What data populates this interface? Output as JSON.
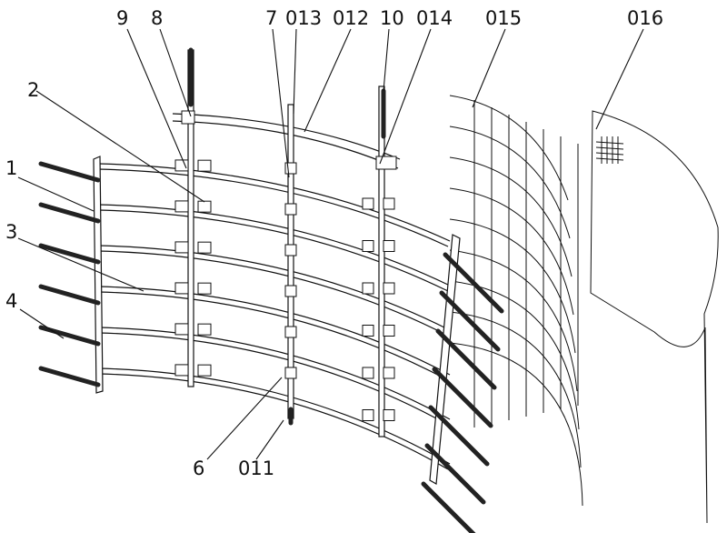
{
  "labels": {
    "l9": "9",
    "l8": "8",
    "l7": "7",
    "l013": "013",
    "l012": "012",
    "l10": "10",
    "l014": "014",
    "l015": "015",
    "l016": "016",
    "l2": "2",
    "l1": "1",
    "l3": "3",
    "l4": "4",
    "l6": "6",
    "l011": "011"
  },
  "colors": {
    "line": "#111111",
    "rod": "#222222",
    "background": "#ffffff"
  }
}
